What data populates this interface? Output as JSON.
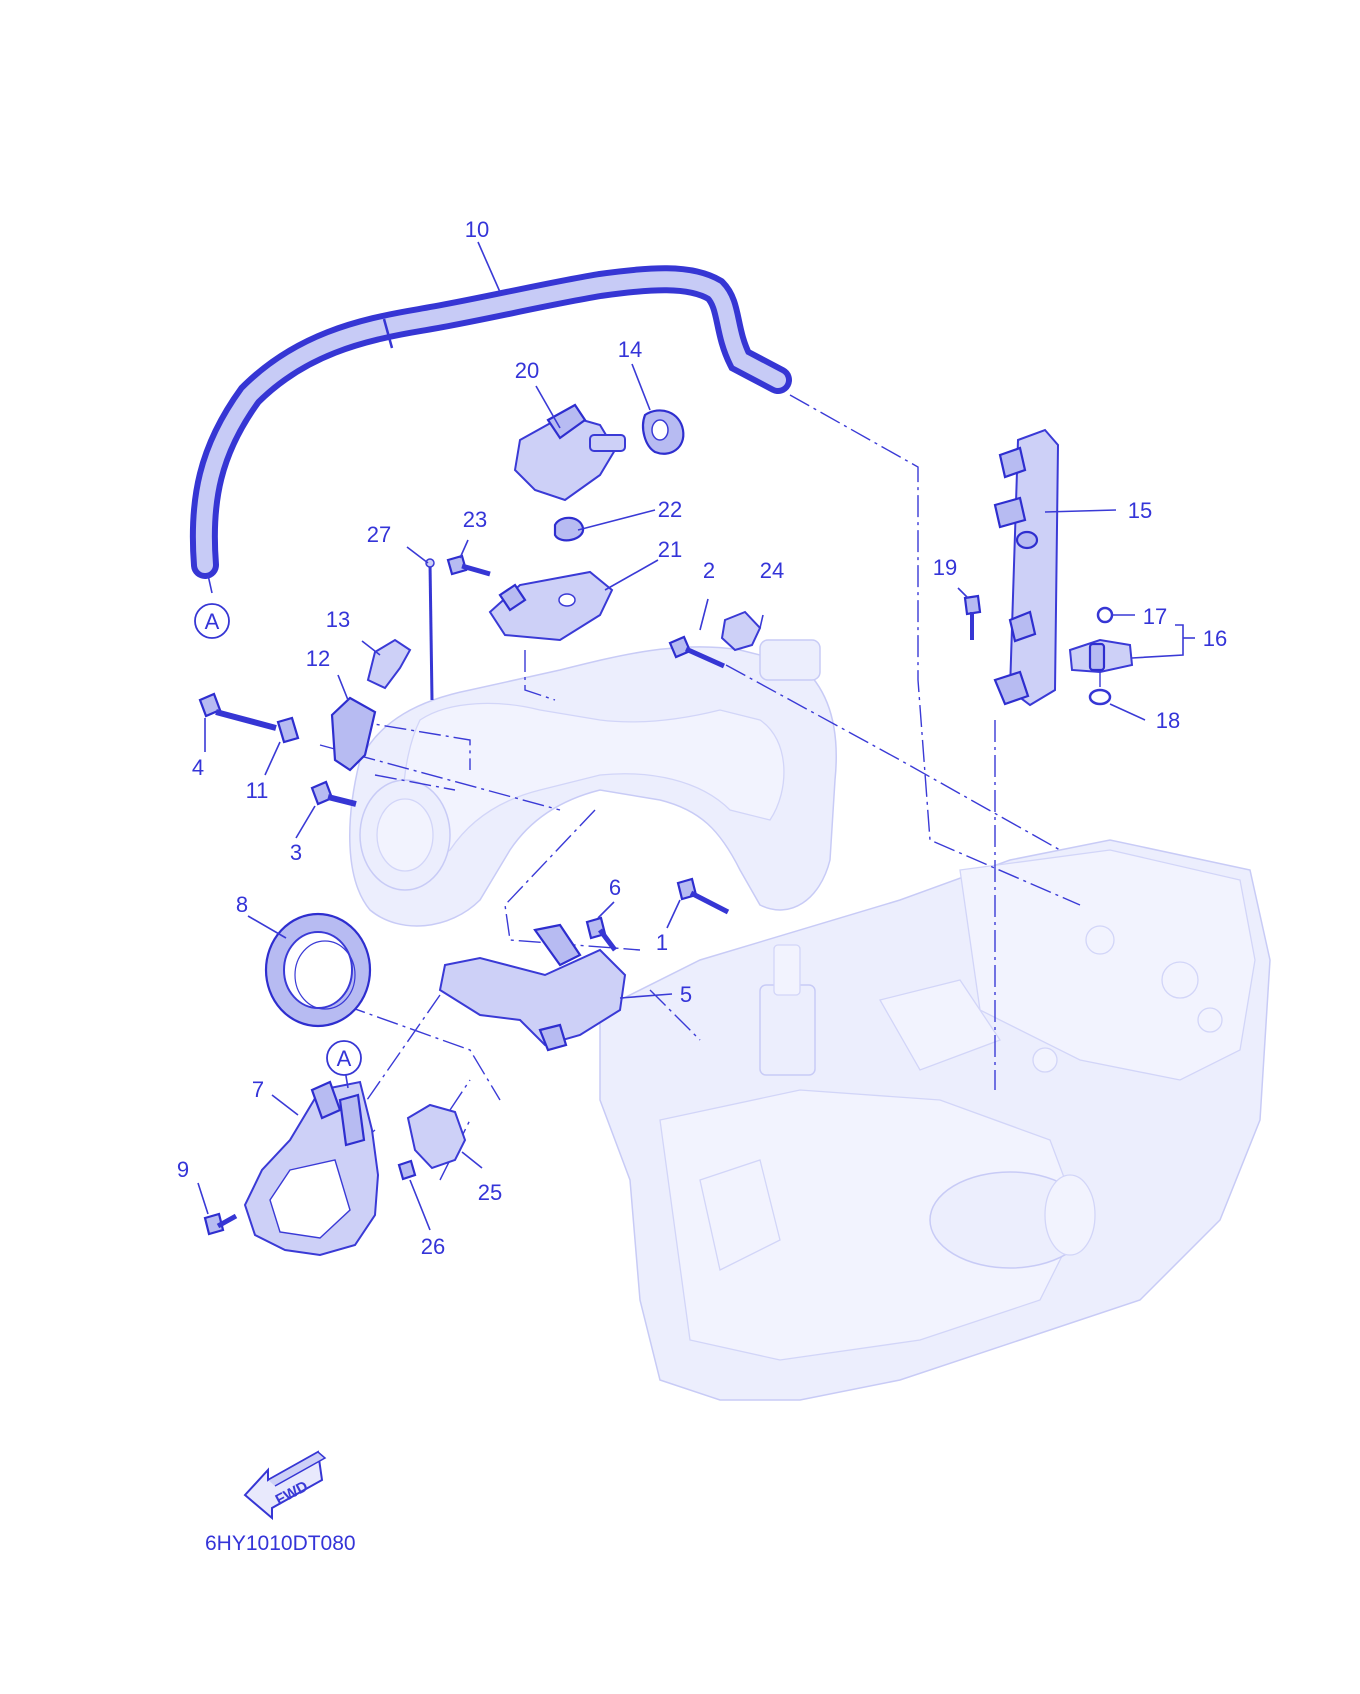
{
  "diagram_code": "6HY1010DT080",
  "fwd_label": "FWD",
  "callouts": [
    {
      "id": "10",
      "text": "10"
    },
    {
      "id": "14",
      "text": "14"
    },
    {
      "id": "20",
      "text": "20"
    },
    {
      "id": "15",
      "text": "15"
    },
    {
      "id": "23",
      "text": "23"
    },
    {
      "id": "22",
      "text": "22"
    },
    {
      "id": "27",
      "text": "27"
    },
    {
      "id": "21",
      "text": "21"
    },
    {
      "id": "2",
      "text": "2"
    },
    {
      "id": "24",
      "text": "24"
    },
    {
      "id": "19",
      "text": "19"
    },
    {
      "id": "17",
      "text": "17"
    },
    {
      "id": "16",
      "text": "16"
    },
    {
      "id": "13",
      "text": "13"
    },
    {
      "id": "12",
      "text": "12"
    },
    {
      "id": "18",
      "text": "18"
    },
    {
      "id": "4",
      "text": "4"
    },
    {
      "id": "11",
      "text": "11"
    },
    {
      "id": "3",
      "text": "3"
    },
    {
      "id": "6",
      "text": "6"
    },
    {
      "id": "8",
      "text": "8"
    },
    {
      "id": "1",
      "text": "1"
    },
    {
      "id": "5",
      "text": "5"
    },
    {
      "id": "7",
      "text": "7"
    },
    {
      "id": "25",
      "text": "25"
    },
    {
      "id": "9",
      "text": "9"
    },
    {
      "id": "26",
      "text": "26"
    }
  ],
  "connectors": [
    {
      "id": "A1",
      "text": "A"
    },
    {
      "id": "A2",
      "text": "A"
    }
  ],
  "colors": {
    "ink": "#3434d8",
    "part_fill": "#cdd0f7",
    "ghost_fill": "#eceefd"
  }
}
